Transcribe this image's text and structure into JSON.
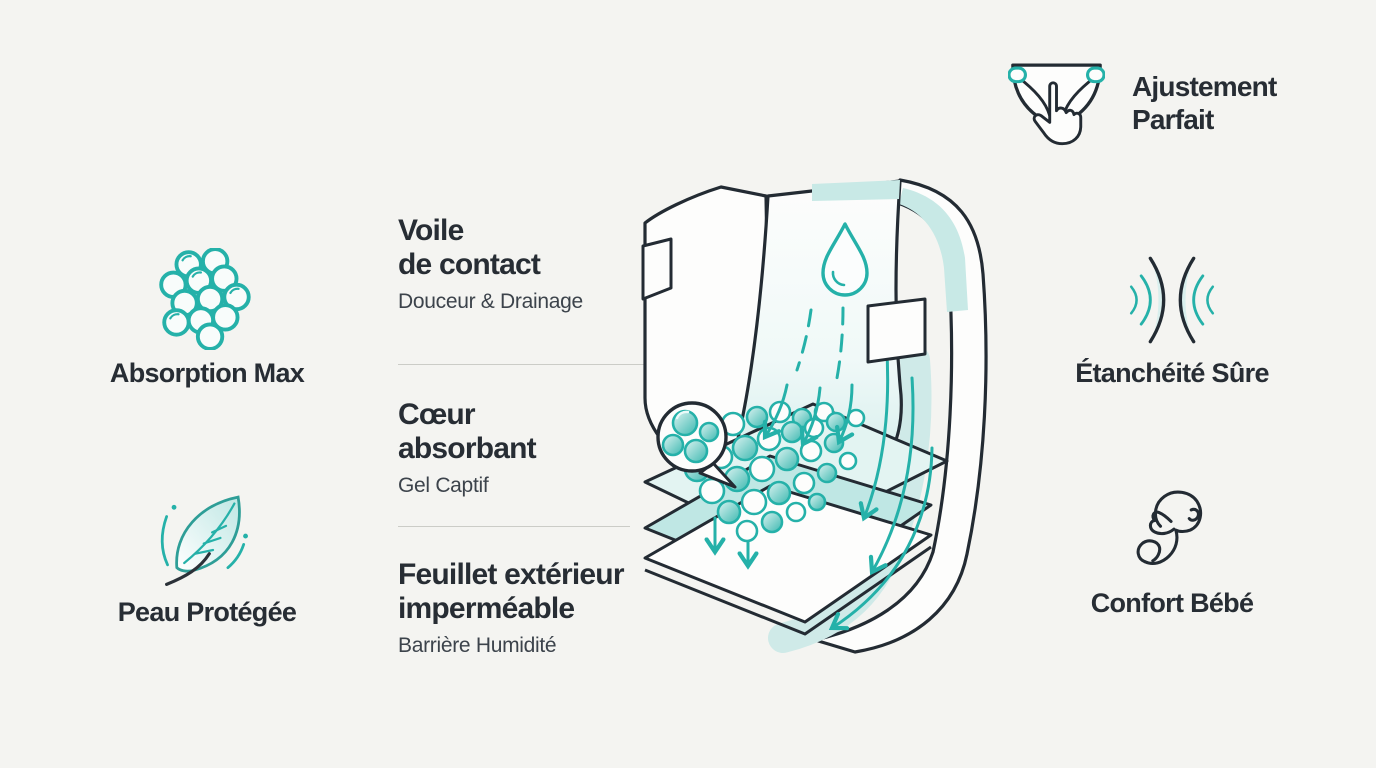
{
  "palette": {
    "background": "#f4f4f1",
    "outline": "#232b33",
    "teal": "#25b1a9",
    "teal_light": "#c8e9e6",
    "heading_text": "#272d34",
    "subtitle_text": "#3c434b",
    "divider": "#cbccc7"
  },
  "left_features": [
    {
      "icon": "gel-beads-icon",
      "label": "Absorption Max"
    },
    {
      "icon": "leaf-icon",
      "label": "Peau Protégée"
    }
  ],
  "layer_callouts": [
    {
      "title_line1": "Voile",
      "title_line2": "de contact",
      "subtitle": "Douceur & Drainage"
    },
    {
      "title_line1": "Cœur",
      "title_line2": "absorbant",
      "subtitle": "Gel Captif"
    },
    {
      "title_line1": "Feuillet extérieur",
      "title_line2": "imperméable",
      "subtitle": "Barrière Humidité"
    }
  ],
  "right_features": [
    {
      "icon": "diaper-fit-icon",
      "label_line1": "Ajustement",
      "label_line2": "Parfait"
    },
    {
      "icon": "seal-arcs-icon",
      "label": "Étanchéité Sûre"
    },
    {
      "icon": "baby-icon",
      "label": "Confort Bébé"
    }
  ],
  "illustration": {
    "name": "diaper-cutaway",
    "elements": [
      "water-droplet",
      "flow-arrows",
      "gel-beads",
      "gel-zoom-bubble",
      "layer-sheets",
      "fastening-tabs"
    ]
  }
}
